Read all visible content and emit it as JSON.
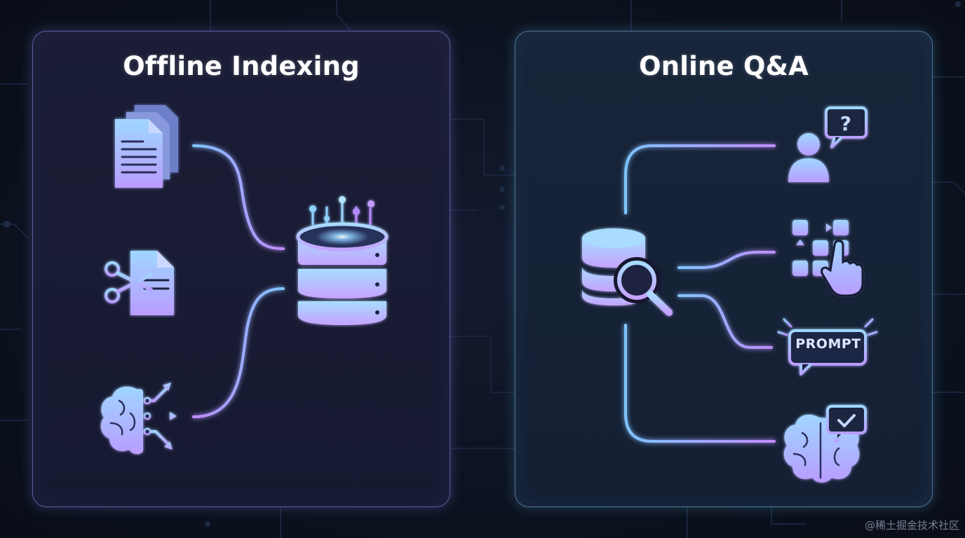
{
  "panels": {
    "left_title": "Offline Indexing",
    "right_title": "Online Q&A"
  },
  "labels": {
    "prompt": "PROMPT",
    "question_mark": "?"
  },
  "watermark": "@稀土掘金技术社区",
  "icons": {
    "left": [
      "documents-icon",
      "scissors-document-icon",
      "brain-network-icon",
      "database-icon"
    ],
    "right": [
      "database-search-icon",
      "user-question-icon",
      "grid-select-icon",
      "prompt-bubble-icon",
      "brain-check-icon"
    ]
  },
  "colors": {
    "background": "#0c1220",
    "accent_blue": "#7fc4ff",
    "accent_purple": "#b58cff",
    "icon_fill": "#a9b6ff"
  }
}
